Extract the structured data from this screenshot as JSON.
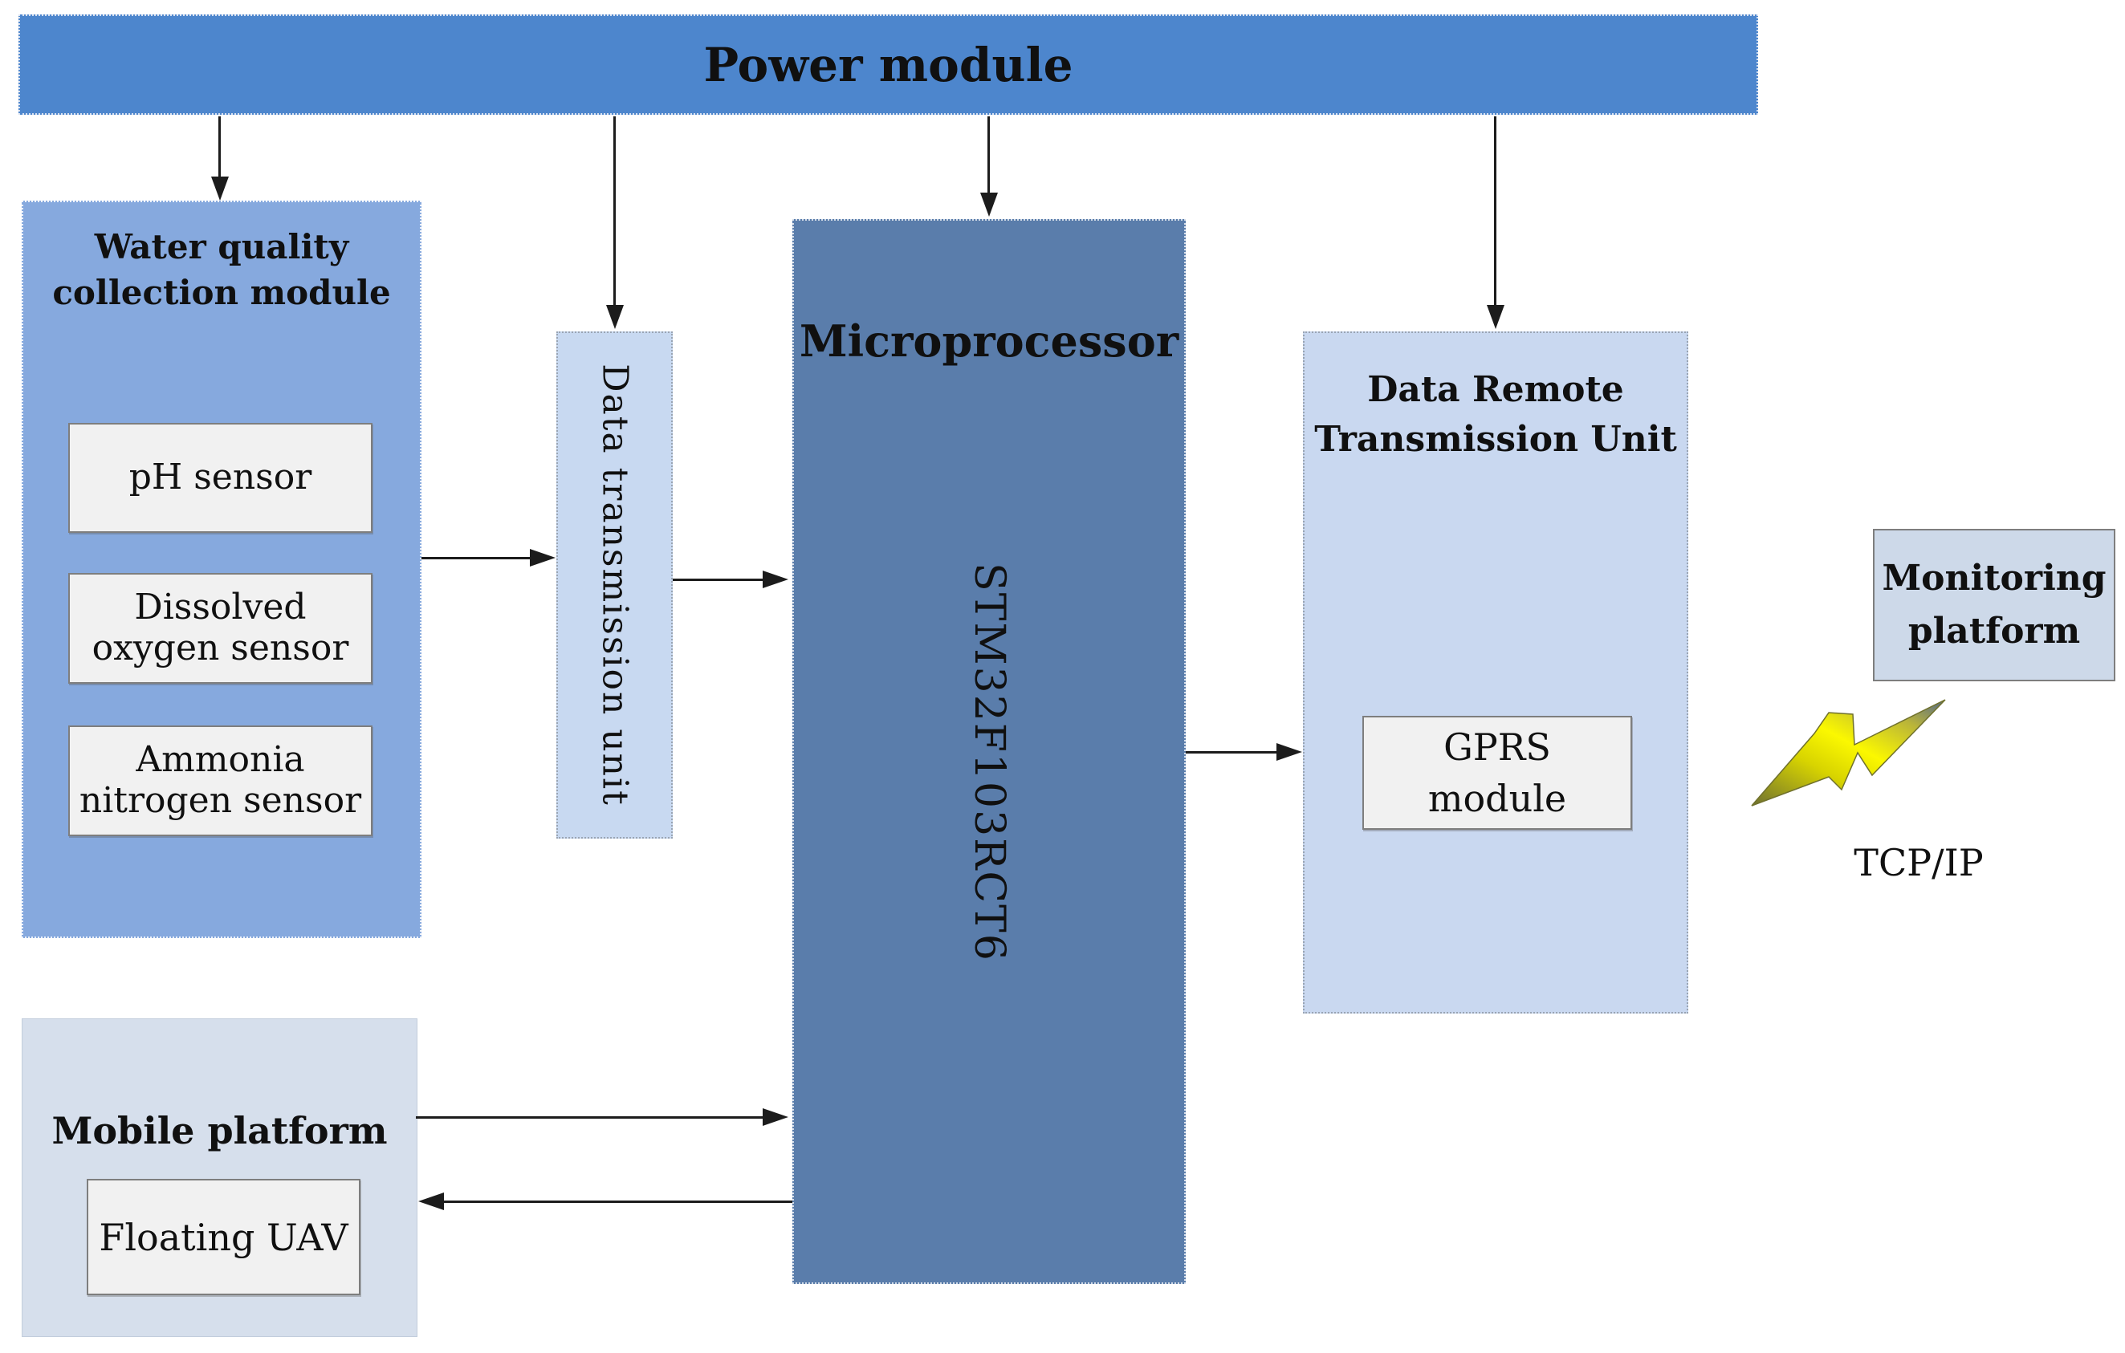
{
  "colors": {
    "power_bar": "#4d86cd",
    "water_box": "#86a9de",
    "dtu_box": "#c8d9f1",
    "micro_box": "#5a7dab",
    "drtu_box": "#c9d8f0",
    "monitoring_box": "#cdd9e9",
    "mobile_box": "#d6dfec",
    "inner_box": "#f1f1f1",
    "inner_border": "#7e7e7e",
    "arrow": "#1c1c1c",
    "text": "#101010",
    "bolt_yellow": "#f5f200",
    "bolt_dark": "#8a8f35"
  },
  "power": {
    "label": "Power module"
  },
  "water": {
    "title": "Water quality\ncollection module",
    "sensors": [
      {
        "label": "pH sensor"
      },
      {
        "label": "Dissolved\noxygen sensor"
      },
      {
        "label": "Ammonia\nnitrogen sensor"
      }
    ]
  },
  "dtu": {
    "label": "Data transmission unit"
  },
  "micro": {
    "title": "Microprocessor",
    "chip": "STM32F103RCT6"
  },
  "drtu": {
    "title": "Data Remote\nTransmission Unit",
    "gprs": "GPRS\nmodule"
  },
  "monitoring": {
    "label": "Monitoring\nplatform"
  },
  "link": {
    "label": "TCP/IP"
  },
  "mobile": {
    "title": "Mobile platform",
    "uav": "Floating UAV"
  }
}
